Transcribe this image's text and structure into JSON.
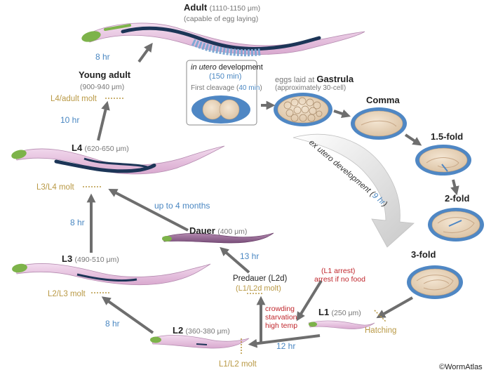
{
  "stages": {
    "adult": {
      "name": "Adult",
      "size": "(1110-1150 μm)",
      "note": "(capable of egg laying)"
    },
    "young_adult": {
      "name": "Young adult",
      "size": "(900-940 μm)"
    },
    "l4": {
      "name": "L4",
      "size": "(620-650 μm)"
    },
    "l3": {
      "name": "L3",
      "size": "(490-510 μm)"
    },
    "l2": {
      "name": "L2",
      "size": "(360-380 μm)"
    },
    "l1": {
      "name": "L1",
      "size": "(250 μm)"
    },
    "dauer": {
      "name": "Dauer",
      "size": "(400 μm)"
    },
    "predauer": {
      "name": "Predauer (L2d)",
      "molt": "(L1/L2d molt)"
    }
  },
  "molts": {
    "l4_adult": "L4/adult molt",
    "l3_l4": "L3/L4 molt",
    "l2_l3": "L2/L3 molt",
    "l1_l2": "L1/L2 molt",
    "hatching": "Hatching"
  },
  "durations": {
    "ya_adult": "8 hr",
    "l4_ya": "10 hr",
    "l3_l4": "8 hr",
    "l2_l3": "8 hr",
    "l1_l2": "12 hr",
    "predauer_dauer": "13 hr",
    "dauer_l4": "up to 4 months"
  },
  "in_utero": {
    "title_italic": "in utero",
    "title_rest": " development",
    "time": "(150 min)",
    "cleavage_prefix": "First cleavage (",
    "cleavage_time": "40  min",
    "cleavage_suffix": ")"
  },
  "gastrula": {
    "prefix": "eggs laid at ",
    "name": "Gastrula",
    "note": "(approximately 30-cell)"
  },
  "embryo_stages": {
    "comma": "Comma",
    "fold15": "1.5-fold",
    "fold2": "2-fold",
    "fold3": "3-fold"
  },
  "ex_utero": {
    "text": "ex utero development (",
    "time": "9 hr",
    "close": ")"
  },
  "l1_arrest": {
    "line1": "(L1 arrest)",
    "line2": "arrest if no food"
  },
  "dauer_conditions": [
    "crowding",
    "starvation",
    "high temp"
  ],
  "credit": "©WormAtlas",
  "colors": {
    "blue": "#4a87c2",
    "molt": "#b99945",
    "red": "#c0272d",
    "worm_body": "#e7c4e0",
    "worm_head": "#7db34a",
    "gonad": "#1c3557",
    "egg": "#e8d6bf"
  }
}
